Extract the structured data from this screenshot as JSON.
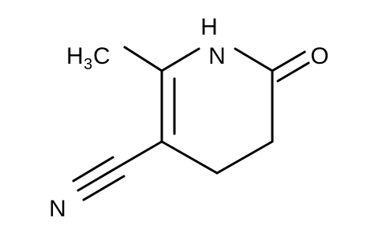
{
  "molecule": {
    "atoms": {
      "methyl": {
        "symbol": "H",
        "subscript": "3",
        "suffix": "C"
      },
      "amine": {
        "symbol": "H"
      },
      "amine_n": {
        "symbol": "N"
      },
      "carbonyl_o": {
        "symbol": "O"
      },
      "nitrile_n": {
        "symbol": "N"
      }
    },
    "bond_color": "#000000",
    "label_color": "#000000"
  }
}
